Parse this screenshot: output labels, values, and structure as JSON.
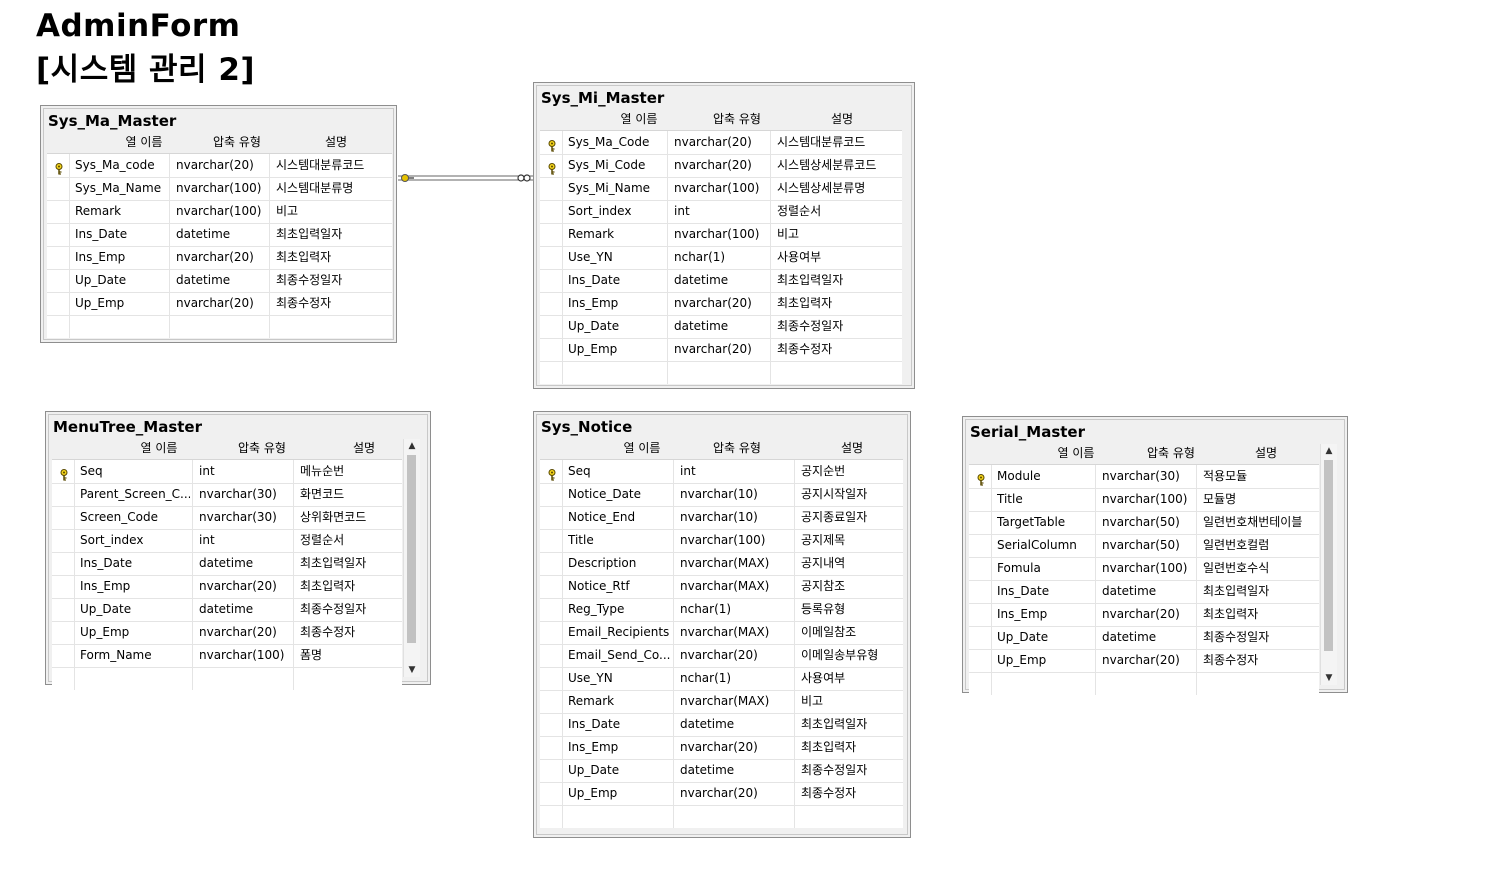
{
  "page": {
    "title": "AdminForm\n[시스템 관리 2]"
  },
  "headers": {
    "col_name": "열 이름",
    "col_type": "압축 유형",
    "col_desc": "설명"
  },
  "tables": {
    "sys_ma_master": {
      "name": "Sys_Ma_Master",
      "rows": [
        {
          "key": true,
          "name": "Sys_Ma_code",
          "type": "nvarchar(20)",
          "desc": "시스템대분류코드"
        },
        {
          "key": false,
          "name": "Sys_Ma_Name",
          "type": "nvarchar(100)",
          "desc": "시스템대분류명"
        },
        {
          "key": false,
          "name": "Remark",
          "type": "nvarchar(100)",
          "desc": "비고"
        },
        {
          "key": false,
          "name": "Ins_Date",
          "type": "datetime",
          "desc": "최초입력일자"
        },
        {
          "key": false,
          "name": "Ins_Emp",
          "type": "nvarchar(20)",
          "desc": "최초입력자"
        },
        {
          "key": false,
          "name": "Up_Date",
          "type": "datetime",
          "desc": "최종수정일자"
        },
        {
          "key": false,
          "name": "Up_Emp",
          "type": "nvarchar(20)",
          "desc": "최종수정자"
        }
      ]
    },
    "sys_mi_master": {
      "name": "Sys_Mi_Master",
      "rows": [
        {
          "key": true,
          "name": "Sys_Ma_Code",
          "type": "nvarchar(20)",
          "desc": "시스템대분류코드"
        },
        {
          "key": true,
          "name": "Sys_Mi_Code",
          "type": "nvarchar(20)",
          "desc": "시스템상세분류코드"
        },
        {
          "key": false,
          "name": "Sys_Mi_Name",
          "type": "nvarchar(100)",
          "desc": "시스템상세분류명"
        },
        {
          "key": false,
          "name": "Sort_index",
          "type": "int",
          "desc": "정렬순서"
        },
        {
          "key": false,
          "name": "Remark",
          "type": "nvarchar(100)",
          "desc": "비고"
        },
        {
          "key": false,
          "name": "Use_YN",
          "type": "nchar(1)",
          "desc": "사용여부"
        },
        {
          "key": false,
          "name": "Ins_Date",
          "type": "datetime",
          "desc": "최초입력일자"
        },
        {
          "key": false,
          "name": "Ins_Emp",
          "type": "nvarchar(20)",
          "desc": "최초입력자"
        },
        {
          "key": false,
          "name": "Up_Date",
          "type": "datetime",
          "desc": "최종수정일자"
        },
        {
          "key": false,
          "name": "Up_Emp",
          "type": "nvarchar(20)",
          "desc": "최종수정자"
        }
      ]
    },
    "menutree_master": {
      "name": "MenuTree_Master",
      "rows": [
        {
          "key": true,
          "name": "Seq",
          "type": "int",
          "desc": "메뉴순번"
        },
        {
          "key": false,
          "name": "Parent_Screen_C...",
          "type": "nvarchar(30)",
          "desc": "화면코드"
        },
        {
          "key": false,
          "name": "Screen_Code",
          "type": "nvarchar(30)",
          "desc": "상위화면코드"
        },
        {
          "key": false,
          "name": "Sort_index",
          "type": "int",
          "desc": "정렬순서"
        },
        {
          "key": false,
          "name": "Ins_Date",
          "type": "datetime",
          "desc": "최초입력일자"
        },
        {
          "key": false,
          "name": "Ins_Emp",
          "type": "nvarchar(20)",
          "desc": "최초입력자"
        },
        {
          "key": false,
          "name": "Up_Date",
          "type": "datetime",
          "desc": "최종수정일자"
        },
        {
          "key": false,
          "name": "Up_Emp",
          "type": "nvarchar(20)",
          "desc": "최종수정자"
        },
        {
          "key": false,
          "name": "Form_Name",
          "type": "nvarchar(100)",
          "desc": "폼명"
        }
      ]
    },
    "sys_notice": {
      "name": "Sys_Notice",
      "rows": [
        {
          "key": true,
          "name": "Seq",
          "type": "int",
          "desc": "공지순번"
        },
        {
          "key": false,
          "name": "Notice_Date",
          "type": "nvarchar(10)",
          "desc": "공지시작일자"
        },
        {
          "key": false,
          "name": "Notice_End",
          "type": "nvarchar(10)",
          "desc": "공지종료일자"
        },
        {
          "key": false,
          "name": "Title",
          "type": "nvarchar(100)",
          "desc": "공지제목"
        },
        {
          "key": false,
          "name": "Description",
          "type": "nvarchar(MAX)",
          "desc": "공지내역"
        },
        {
          "key": false,
          "name": "Notice_Rtf",
          "type": "nvarchar(MAX)",
          "desc": "공지참조"
        },
        {
          "key": false,
          "name": "Reg_Type",
          "type": "nchar(1)",
          "desc": "등록유형"
        },
        {
          "key": false,
          "name": "Email_Recipients",
          "type": "nvarchar(MAX)",
          "desc": "이메일참조"
        },
        {
          "key": false,
          "name": "Email_Send_Co...",
          "type": "nvarchar(20)",
          "desc": "이메일송부유형"
        },
        {
          "key": false,
          "name": "Use_YN",
          "type": "nchar(1)",
          "desc": "사용여부"
        },
        {
          "key": false,
          "name": "Remark",
          "type": "nvarchar(MAX)",
          "desc": "비고"
        },
        {
          "key": false,
          "name": "Ins_Date",
          "type": "datetime",
          "desc": "최초입력일자"
        },
        {
          "key": false,
          "name": "Ins_Emp",
          "type": "nvarchar(20)",
          "desc": "최초입력자"
        },
        {
          "key": false,
          "name": "Up_Date",
          "type": "datetime",
          "desc": "최종수정일자"
        },
        {
          "key": false,
          "name": "Up_Emp",
          "type": "nvarchar(20)",
          "desc": "최종수정자"
        }
      ]
    },
    "serial_master": {
      "name": "Serial_Master",
      "rows": [
        {
          "key": true,
          "name": "Module",
          "type": "nvarchar(30)",
          "desc": "적용모듈"
        },
        {
          "key": false,
          "name": "Title",
          "type": "nvarchar(100)",
          "desc": "모듈명"
        },
        {
          "key": false,
          "name": "TargetTable",
          "type": "nvarchar(50)",
          "desc": "일련번호채번테이블"
        },
        {
          "key": false,
          "name": "SerialColumn",
          "type": "nvarchar(50)",
          "desc": "일련번호컬럼"
        },
        {
          "key": false,
          "name": "Fomula",
          "type": "nvarchar(100)",
          "desc": "일련번호수식"
        },
        {
          "key": false,
          "name": "Ins_Date",
          "type": "datetime",
          "desc": "최초입력일자"
        },
        {
          "key": false,
          "name": "Ins_Emp",
          "type": "nvarchar(20)",
          "desc": "최초입력자"
        },
        {
          "key": false,
          "name": "Up_Date",
          "type": "datetime",
          "desc": "최종수정일자"
        },
        {
          "key": false,
          "name": "Up_Emp",
          "type": "nvarchar(20)",
          "desc": "최종수정자"
        }
      ]
    }
  },
  "relationships": [
    {
      "from": "Sys_Ma_Master",
      "to": "Sys_Mi_Master",
      "from_end": "key",
      "to_end": "infinity"
    }
  ]
}
